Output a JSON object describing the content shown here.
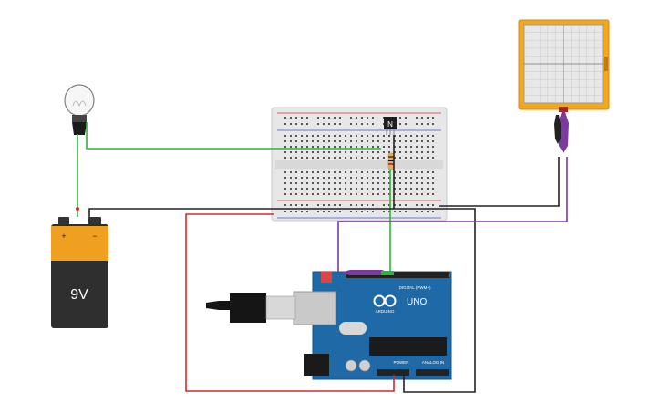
{
  "battery": {
    "voltage_label": "9V",
    "plus_sign": "+",
    "minus_sign": "−"
  },
  "transistor": {
    "label": "N"
  },
  "arduino": {
    "logo_text": "UNO",
    "brand_text": "ARDUINO",
    "digital_label": "DIGITAL (PWM~)",
    "power_label": "POWER",
    "analog_label": "ANALOG IN"
  },
  "colors": {
    "wire_green": "#2db43c",
    "wire_red": "#d42a2a",
    "wire_black": "#222222",
    "wire_purple": "#7a3b9c",
    "arduino_board": "#1f6aa6",
    "oscilloscope_frame": "#f2a81d",
    "battery_body": "#333333",
    "battery_label": "#f0a020"
  }
}
